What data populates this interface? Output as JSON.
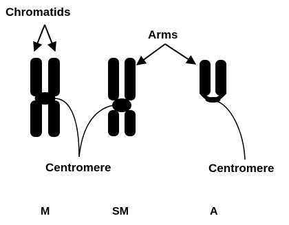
{
  "labels": {
    "chromatids": "Chromatids",
    "arms": "Arms",
    "centromere_left": "Centromere",
    "centromere_right": "Centromere"
  },
  "types": [
    "M",
    "SM",
    "A"
  ],
  "colors": {
    "ink": "#000000",
    "background": "#ffffff"
  }
}
